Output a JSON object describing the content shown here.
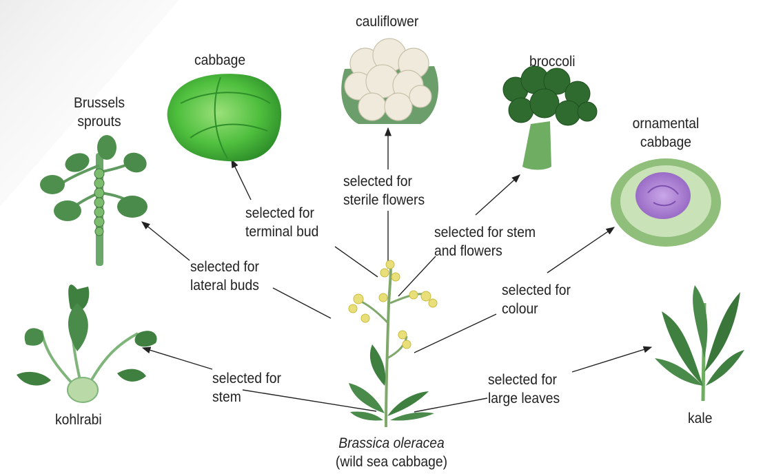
{
  "center": {
    "species": "Brassica oleracea",
    "common": "(wild sea cabbage)"
  },
  "vegetables": {
    "brussels": {
      "line1": "Brussels",
      "line2": "sprouts"
    },
    "cabbage": "cabbage",
    "cauliflower": "cauliflower",
    "broccoli": "broccoli",
    "ornamental": {
      "line1": "ornamental",
      "line2": "cabbage"
    },
    "kohlrabi": "kohlrabi",
    "kale": "kale"
  },
  "selections": {
    "lateral": {
      "line1": "selected for",
      "line2": "lateral buds"
    },
    "terminal": {
      "line1": "selected for",
      "line2": "terminal bud"
    },
    "sterile": {
      "line1": "selected for",
      "line2": "sterile flowers"
    },
    "stemflowers": {
      "line1": "selected for stem",
      "line2": "and flowers"
    },
    "colour": {
      "line1": "selected for",
      "line2": "colour"
    },
    "stem": {
      "line1": "selected for",
      "line2": "stem"
    },
    "leaves": {
      "line1": "selected for",
      "line2": "large leaves"
    }
  }
}
